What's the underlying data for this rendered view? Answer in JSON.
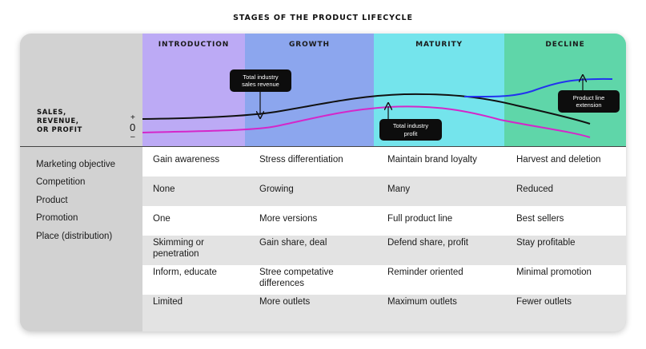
{
  "title": "STAGES OF THE PRODUCT LIFECYCLE",
  "phases": [
    {
      "label": "INTRODUCTION",
      "color": "#bcaaf5"
    },
    {
      "label": "GROWTH",
      "color": "#8ca6ee"
    },
    {
      "label": "MATURITY",
      "color": "#74e4ec"
    },
    {
      "label": "DECLINE",
      "color": "#5fd6a9"
    }
  ],
  "axis": {
    "label_lines": [
      "SALES,",
      "REVENUE,",
      "OR PROFIT"
    ],
    "plus": "+",
    "zero": "0",
    "minus": "–"
  },
  "curves": {
    "sales": {
      "color": "#111111"
    },
    "profit": {
      "color": "#d427c9"
    },
    "extension": {
      "color": "#2233ee"
    }
  },
  "callouts": {
    "sales": {
      "lines": [
        "Total industry",
        "sales revenue"
      ]
    },
    "profit": {
      "lines": [
        "Total industry",
        "profit"
      ]
    },
    "extension": {
      "lines": [
        "Product line",
        "extension"
      ]
    }
  },
  "left_labels": [
    "Marketing objective",
    "Competition",
    "Product",
    "Promotion",
    "Place (distribution)"
  ],
  "rows": [
    {
      "cells": [
        "Gain awareness",
        "Stress differentiation",
        "Maintain brand loyalty",
        "Harvest and deletion"
      ]
    },
    {
      "cells": [
        "None",
        "Growing",
        "Many",
        "Reduced"
      ]
    },
    {
      "cells": [
        "One",
        "More versions",
        "Full product line",
        "Best sellers"
      ]
    },
    {
      "cells": [
        "Skimming or penetration",
        "Gain share, deal",
        "Defend share, profit",
        "Stay profitable"
      ]
    },
    {
      "cells": [
        "Inform, educate",
        "Stree competative differences",
        "Reminder oriented",
        "Minimal promotion"
      ]
    },
    {
      "cells": [
        "Limited",
        "More outlets",
        "Maximum outlets",
        "Fewer outlets"
      ]
    }
  ]
}
